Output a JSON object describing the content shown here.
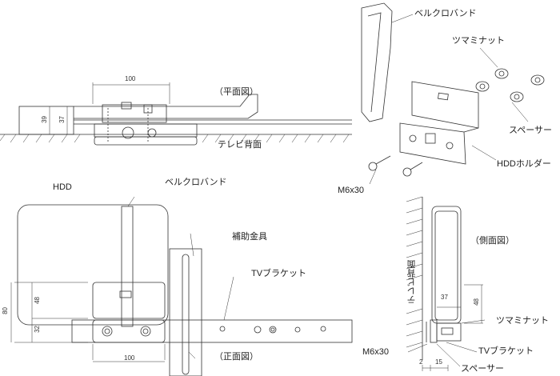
{
  "labels": {
    "top_plan": "（平面図）",
    "front": "（正面図）",
    "side": "（側面図）",
    "tv_back_plan": "テレビ背面",
    "tv_back_side": "テレビ背面",
    "hdd": "HDD",
    "velcro_front": "ベルクロバンド",
    "aux_bracket": "補助金具",
    "tv_bracket_front": "TVブラケット",
    "velcro_exploded": "ベルクロバンド",
    "knob_exploded": "ツマミナット",
    "spacer_exploded": "スペーサー",
    "hdd_holder": "HDDホルダー",
    "screw_exploded": "M6x30",
    "knob_side": "ツマミナット",
    "screw_side": "M6x30",
    "tv_bracket_side": "TVブラケット",
    "spacer_side": "スペーサー"
  },
  "dimensions": {
    "plan_width": "100",
    "plan_39": "39",
    "plan_37": "37",
    "front_80": "80",
    "front_48": "48",
    "front_32": "32",
    "front_width": "100",
    "side_37": "37",
    "side_48": "48",
    "side_2": "2",
    "side_15": "15"
  }
}
